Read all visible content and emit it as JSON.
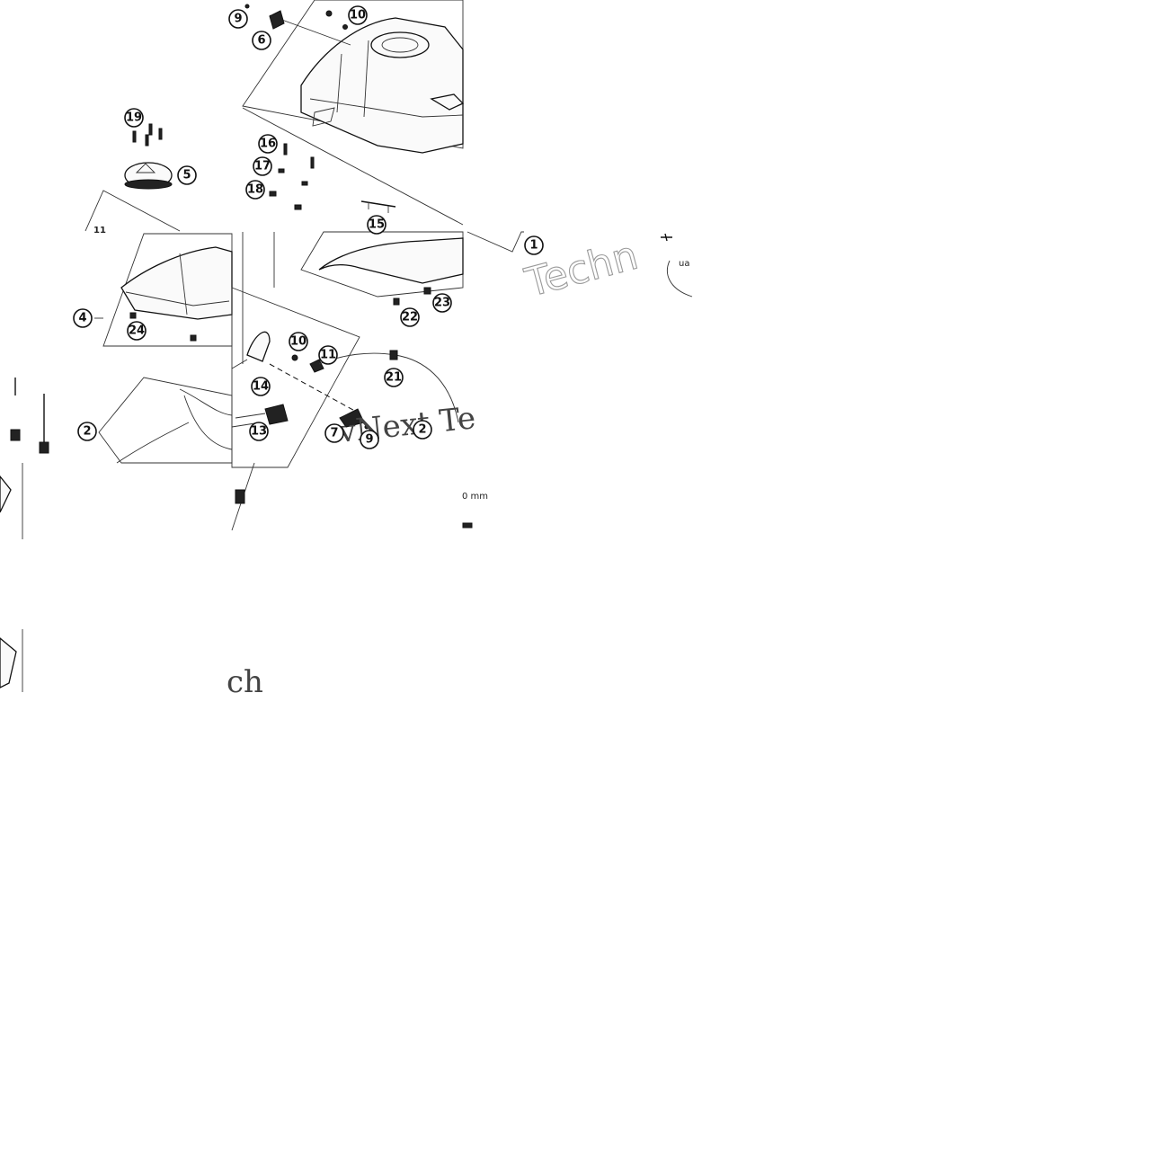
{
  "callouts": {
    "c1": "1",
    "c2a": "2",
    "c2b": "2",
    "c4": "4",
    "c5": "5",
    "c6": "6",
    "c7": "7",
    "c9a": "9",
    "c9b": "9",
    "c10a": "10",
    "c10b": "10",
    "c11": "11",
    "c13": "13",
    "c14": "14",
    "c15": "15",
    "c16": "16",
    "c17": "17",
    "c18": "18",
    "c19": "19",
    "c21": "21",
    "c22": "22",
    "c23": "23",
    "c24": "24"
  },
  "fragments": {
    "tile_title": "11",
    "dim_label": "0 mm",
    "tag_label": "ua"
  },
  "watermarks": {
    "techn_outline": "Techn",
    "next_te": "vNext Te",
    "ch_fragment": "ch"
  }
}
